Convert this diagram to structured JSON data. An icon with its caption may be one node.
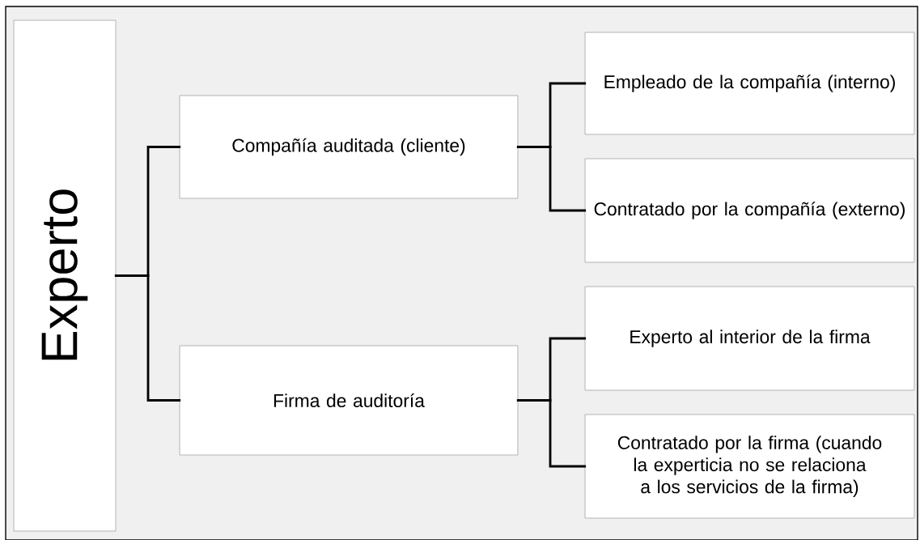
{
  "diagram": {
    "nodes": [
      {
        "text": [
          "Experto"
        ]
      },
      {
        "text": [
          "Compañía auditada (cliente)"
        ]
      },
      {
        "text": [
          "Empleado de la compañía (interno)"
        ]
      },
      {
        "text": [
          "Contratado por la compañía (externo)"
        ]
      },
      {
        "text": [
          "Firma de auditoría"
        ]
      },
      {
        "text": [
          "Experto al interior de la firma"
        ]
      },
      {
        "text": [
          "Contratado por la firma (cuando la experticia no se relaciona a los servicios de la firma)"
        ]
      }
    ],
    "edges": [
      {
        "from": 0,
        "to": 1,
        "arrow": "none"
      },
      {
        "from": 0,
        "to": 4,
        "arrow": "none"
      },
      {
        "from": 1,
        "to": 2,
        "arrow": "none"
      },
      {
        "from": 1,
        "to": 3,
        "arrow": "none"
      },
      {
        "from": 4,
        "to": 5,
        "arrow": "none"
      },
      {
        "from": 4,
        "to": 6,
        "arrow": "none"
      }
    ]
  }
}
